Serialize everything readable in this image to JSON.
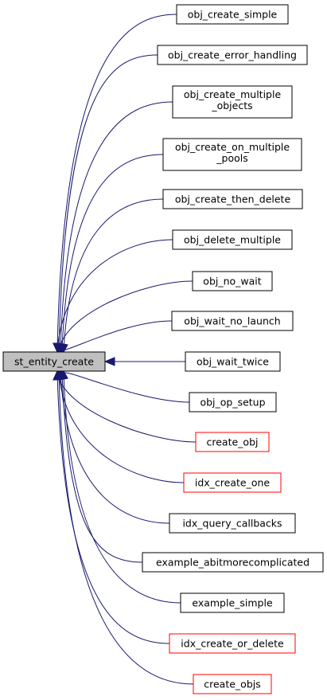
{
  "graph": {
    "center": {
      "label": "st_entity_create"
    },
    "callers": [
      {
        "lines": [
          "obj_create_simple"
        ],
        "link": "normal"
      },
      {
        "lines": [
          "obj_create_error_handling"
        ],
        "link": "normal"
      },
      {
        "lines": [
          "obj_create_multiple",
          "_objects"
        ],
        "link": "normal"
      },
      {
        "lines": [
          "obj_create_on_multiple",
          "_pools"
        ],
        "link": "normal"
      },
      {
        "lines": [
          "obj_create_then_delete"
        ],
        "link": "normal"
      },
      {
        "lines": [
          "obj_delete_multiple"
        ],
        "link": "normal"
      },
      {
        "lines": [
          "obj_no_wait"
        ],
        "link": "normal"
      },
      {
        "lines": [
          "obj_wait_no_launch"
        ],
        "link": "normal"
      },
      {
        "lines": [
          "obj_wait_twice"
        ],
        "link": "normal"
      },
      {
        "lines": [
          "obj_op_setup"
        ],
        "link": "normal"
      },
      {
        "lines": [
          "create_obj"
        ],
        "link": "truncated"
      },
      {
        "lines": [
          "idx_create_one"
        ],
        "link": "truncated"
      },
      {
        "lines": [
          "idx_query_callbacks"
        ],
        "link": "normal"
      },
      {
        "lines": [
          "example_abitmorecomplicated"
        ],
        "link": "normal"
      },
      {
        "lines": [
          "example_simple"
        ],
        "link": "normal"
      },
      {
        "lines": [
          "idx_create_or_delete"
        ],
        "link": "truncated"
      },
      {
        "lines": [
          "create_objs"
        ],
        "link": "truncated"
      }
    ]
  },
  "colors": {
    "edge": "#191970",
    "center_fill": "#bfbfbf",
    "normal_border": "#000000",
    "truncated_border": "#ff0000",
    "node_fill": "#ffffff"
  }
}
